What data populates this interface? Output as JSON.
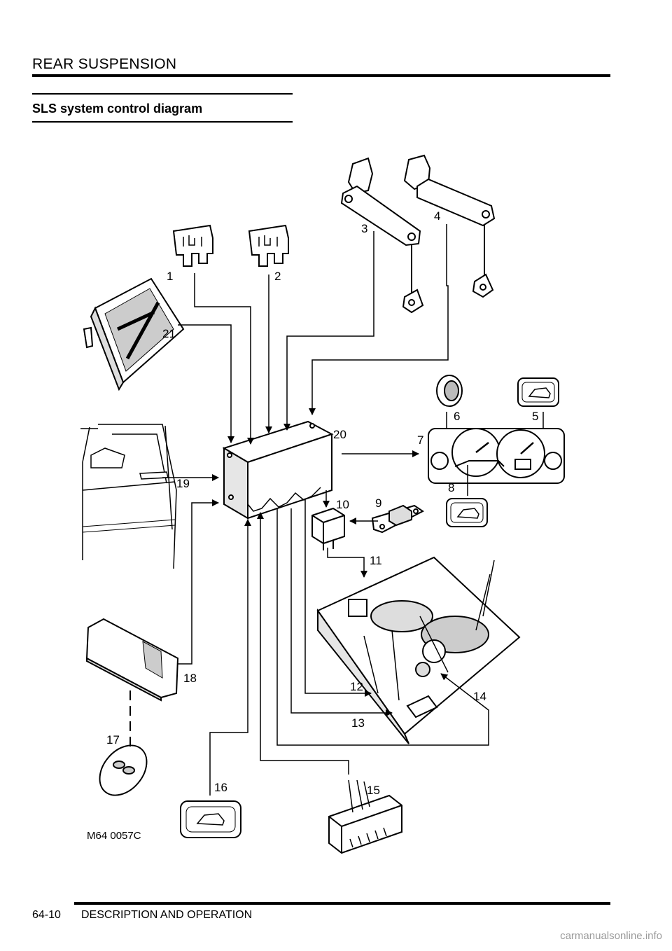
{
  "header": {
    "title": "REAR SUSPENSION"
  },
  "section": {
    "title": "SLS system control diagram"
  },
  "diagram": {
    "callouts": [
      "1",
      "2",
      "3",
      "4",
      "5",
      "6",
      "7",
      "8",
      "9",
      "10",
      "11",
      "12",
      "13",
      "14",
      "15",
      "16",
      "17",
      "18",
      "19",
      "20",
      "21"
    ],
    "figure_code": "M64 0057C"
  },
  "footer": {
    "page_number": "64-10",
    "section": "DESCRIPTION AND OPERATION"
  },
  "watermark": "carmanualsonline.info"
}
